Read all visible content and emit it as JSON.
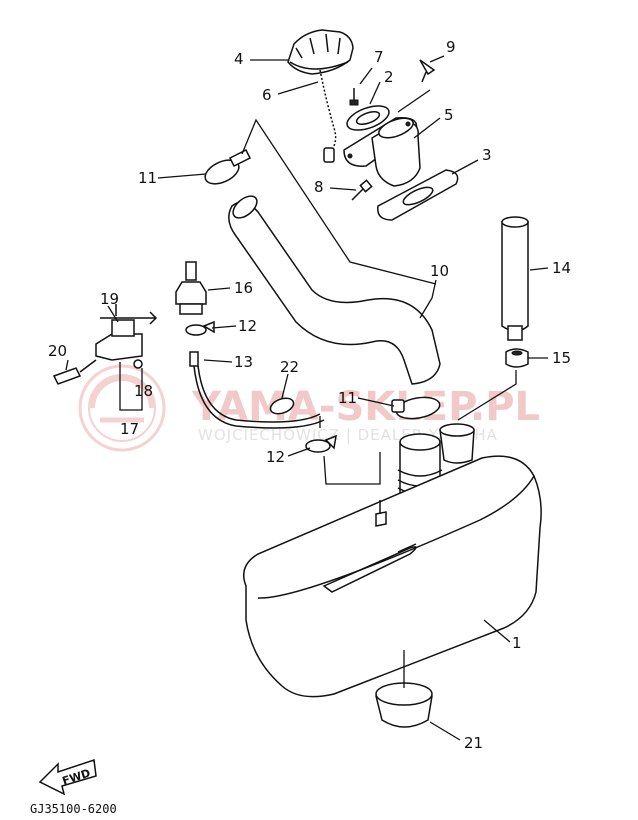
{
  "labels": {
    "p1": "1",
    "p2": "2",
    "p3": "3",
    "p4": "4",
    "p5": "5",
    "p6": "6",
    "p7": "7",
    "p8": "8",
    "p9": "9",
    "p10": "10",
    "p11a": "11",
    "p11b": "11",
    "p12a": "12",
    "p12b": "12",
    "p13": "13",
    "p14": "14",
    "p15": "15",
    "p16": "16",
    "p17": "17",
    "p18": "18",
    "p19": "19",
    "p20": "20",
    "p21": "21",
    "p22": "22"
  },
  "fwd": "FWD",
  "drawing_code": "GJ35100-6200",
  "watermark": {
    "main": "YAMA-SKLEP.PL",
    "sub": "WOJCIECHOWICZ | DEALER YAMAHA"
  },
  "colors": {
    "line": "#111111",
    "watermark_red": "#f2c9c9",
    "watermark_grey": "#e2e2e2"
  }
}
